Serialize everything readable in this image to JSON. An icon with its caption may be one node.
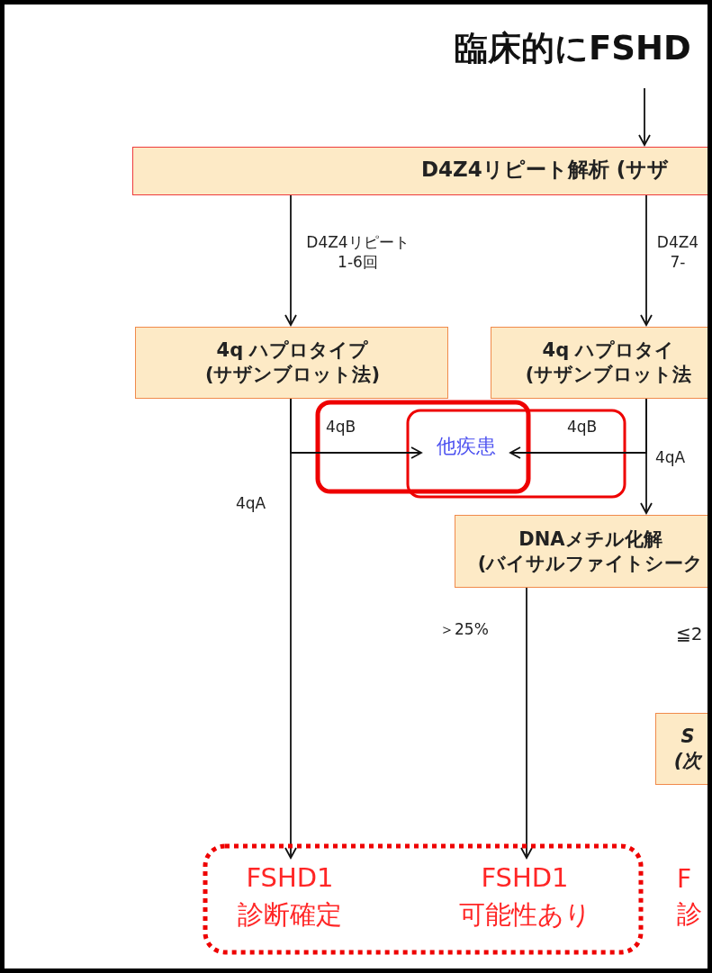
{
  "diagram": {
    "nodes": [
      {
        "text": [
          "臨床的にFSHD"
        ]
      },
      {
        "text": [
          "D4Z4リピート解析 (サザ"
        ]
      },
      {
        "text": [
          "4q ハプロタイプ (サザンブロット法)"
        ]
      },
      {
        "text": [
          "4q ハプロタイ (サザンブロット法"
        ]
      },
      {
        "text": [
          "他疾患"
        ]
      },
      {
        "text": [
          "DNAメチル化解 (バイサルファイトシーク"
        ]
      },
      {
        "text": [
          "S (次"
        ]
      },
      {
        "text": [],
        "shape": "box"
      },
      {
        "text": [
          "FSHD1 診断確定"
        ],
        "in": 7
      },
      {
        "text": [
          "FSHD1 可能性あり"
        ],
        "in": 7
      }
    ],
    "edges": [
      {
        "from": 0,
        "to": 1,
        "arrow": "to"
      },
      {
        "from": 1,
        "to": 2,
        "arrow": "to",
        "label": "D4Z4リピート 1-6回"
      },
      {
        "from": 1,
        "to": 3,
        "arrow": "to",
        "label": "D4Z4 7-"
      },
      {
        "from": 2,
        "to": 4,
        "arrow": "to",
        "label": "4qB"
      },
      {
        "from": 2,
        "to": 8,
        "arrow": "to",
        "label": "4qA"
      },
      {
        "from": 3,
        "to": 4,
        "arrow": "to",
        "label": "4qB"
      },
      {
        "from": 3,
        "to": 5,
        "arrow": "to",
        "label": "4qA"
      },
      {
        "from": 5,
        "to": 9,
        "arrow": "to",
        "label": "＞25%"
      }
    ],
    "labels": [
      "≦2",
      "F 診"
    ]
  }
}
